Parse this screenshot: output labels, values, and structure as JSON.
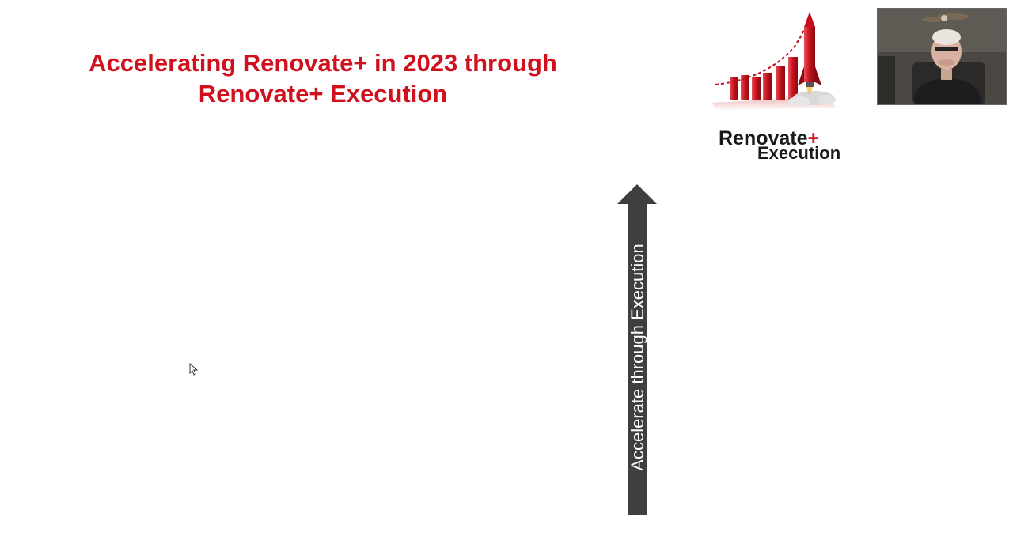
{
  "slide": {
    "title_line1": "Accelerating Renovate+ in 2023 through",
    "title_line2": "Renovate+ Execution"
  },
  "logo": {
    "name": "Renovate",
    "plus": "+",
    "subtitle": "Execution"
  },
  "arrow": {
    "label": "Accelerate through Execution"
  },
  "colors": {
    "brand_red": "#d0101d",
    "arrow_gray": "#3f3f3f",
    "text_dark": "#1a1a1a"
  },
  "icons": [
    "rocket-chart-logo",
    "mouse-cursor-icon",
    "webcam-feed"
  ]
}
